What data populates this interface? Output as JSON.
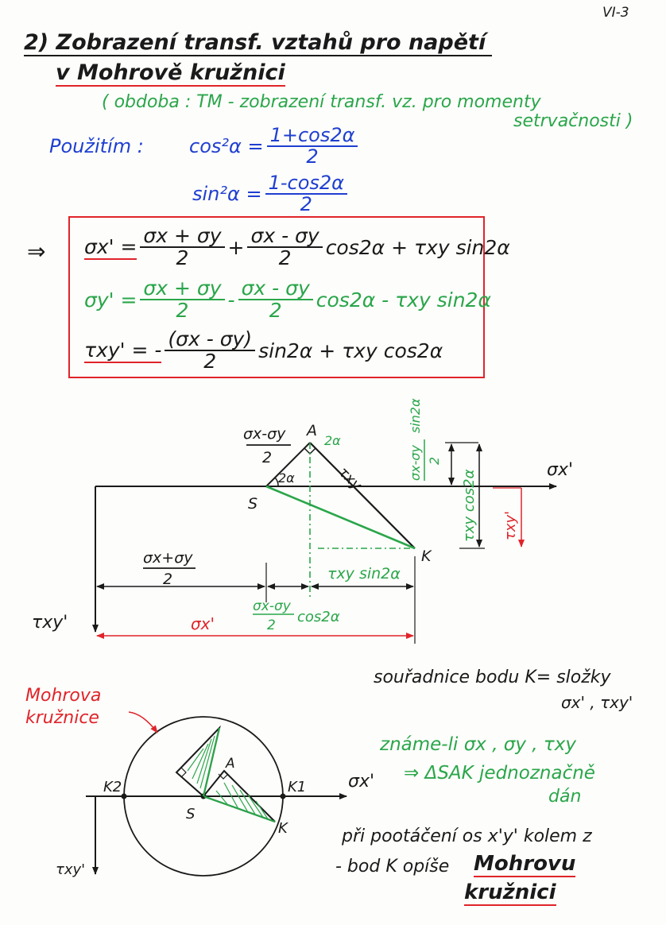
{
  "page_number": "VI-3",
  "title": {
    "line1": "2) Zobrazení transf. vztahů pro napětí",
    "line2": "v Mohrově kružnici"
  },
  "analogy": {
    "line1": "( obdoba : TM - zobrazení transf. vz. pro momenty",
    "line2": "setrvačnosti )"
  },
  "using": {
    "label": "Použitím :",
    "cos_lhs": "cos²α =",
    "cos_num": "1+cos2α",
    "cos_den": "2",
    "sin_lhs": "sin²α =",
    "sin_num": "1-cos2α",
    "sin_den": "2"
  },
  "equations": {
    "arrow": "⇒",
    "eq1": {
      "lhs": "σx' =",
      "f1_num": "σx + σy",
      "f1_den": "2",
      "op1": "+",
      "f2_num": "σx - σy",
      "f2_den": "2",
      "tail": "cos2α + τxy sin2α"
    },
    "eq2": {
      "lhs": "σy' =",
      "f1_num": "σx + σy",
      "f1_den": "2",
      "op1": "-",
      "f2_num": "σx - σy",
      "f2_den": "2",
      "tail": "cos2α - τxy sin2α"
    },
    "eq3": {
      "lhs": "τxy' = -",
      "f1_num": "(σx - σy)",
      "f1_den": "2",
      "tail": "sin2α + τxy cos2α"
    }
  },
  "diagram1": {
    "point_a": "A",
    "point_s": "S",
    "point_k": "K",
    "angle_a": "2α",
    "angle_s": "2α",
    "tau_edge": "τxy",
    "half_diff_num": "σx-σy",
    "half_diff_den": "2",
    "axis_sigma": "σx'",
    "axis_tau": "τxy'",
    "half_sum_num": "σx+σy",
    "half_sum_den": "2",
    "cos_term_num": "σx-σy",
    "cos_term_den": "2",
    "cos_term_tail": "cos2α",
    "tau_sin": "τxy sin2α",
    "sigma_prime": "σx'",
    "vert1_num": "σx-σy",
    "vert1_den": "2",
    "vert1_tail": "sin2α",
    "vert2": "τxy cos2α",
    "vert3": "τxy'"
  },
  "side_text": {
    "coords_line1": "souřadnice bodu K= složky",
    "coords_line2": "σx' , τxy'",
    "known_line1": "známe-li σx , σy , τxy",
    "known_line2": "⇒ ΔSAK jednoznačně",
    "known_line3": "dán",
    "rot_line1": "při pootáčení os x'y' kolem z",
    "rot_line2": "- bod K opíše",
    "rot_line3": "Mohrovu",
    "rot_line4": "kružnici"
  },
  "diagram2": {
    "label_line1": "Mohrova",
    "label_line2": "kružnice",
    "k1": "K1",
    "k2": "K2",
    "a": "A",
    "s": "S",
    "k": "K",
    "axis_sigma": "σx'",
    "axis_tau": "τxy'"
  }
}
